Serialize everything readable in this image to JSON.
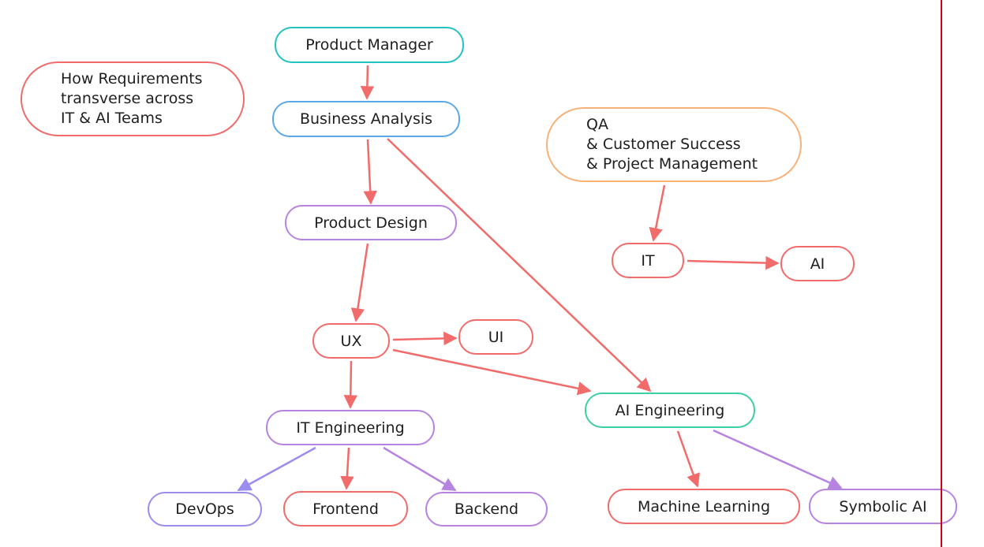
{
  "diagram": {
    "title_note": "How Requirements\ntransverse across\nIT & AI Teams",
    "colors": {
      "red": "#f26b6b",
      "cyan": "#22c1c3",
      "blue": "#5aa9e6",
      "purple": "#b783e0",
      "orange": "#f7b27a",
      "teal": "#3ccfa4",
      "violet": "#9b8cf0",
      "rule": "#d0021b"
    },
    "nodes": [
      {
        "id": "note",
        "label": "How Requirements\ntransverse across\nIT & AI Teams",
        "color": "red"
      },
      {
        "id": "product_manager",
        "label": "Product Manager",
        "color": "cyan"
      },
      {
        "id": "business_analysis",
        "label": "Business Analysis",
        "color": "blue"
      },
      {
        "id": "product_design",
        "label": "Product Design",
        "color": "purple"
      },
      {
        "id": "qa",
        "label": "QA\n& Customer Success\n& Project Management",
        "color": "orange"
      },
      {
        "id": "it",
        "label": "IT",
        "color": "red"
      },
      {
        "id": "ai",
        "label": "AI",
        "color": "red"
      },
      {
        "id": "ux",
        "label": "UX",
        "color": "red"
      },
      {
        "id": "ui",
        "label": "UI",
        "color": "red"
      },
      {
        "id": "ai_engineering",
        "label": "AI Engineering",
        "color": "teal"
      },
      {
        "id": "it_engineering",
        "label": "IT Engineering",
        "color": "purple"
      },
      {
        "id": "devops",
        "label": "DevOps",
        "color": "violet"
      },
      {
        "id": "frontend",
        "label": "Frontend",
        "color": "red"
      },
      {
        "id": "backend",
        "label": "Backend",
        "color": "purple"
      },
      {
        "id": "machine_learning",
        "label": "Machine Learning",
        "color": "red"
      },
      {
        "id": "symbolic_ai",
        "label": "Symbolic AI",
        "color": "purple"
      }
    ],
    "edges": [
      {
        "from": "product_manager",
        "to": "business_analysis",
        "color": "red"
      },
      {
        "from": "business_analysis",
        "to": "product_design",
        "color": "red"
      },
      {
        "from": "business_analysis",
        "to": "ai_engineering",
        "color": "red"
      },
      {
        "from": "product_design",
        "to": "ux",
        "color": "red"
      },
      {
        "from": "ux",
        "to": "ui",
        "color": "red"
      },
      {
        "from": "ux",
        "to": "ai_engineering",
        "color": "red"
      },
      {
        "from": "ux",
        "to": "it_engineering",
        "color": "red"
      },
      {
        "from": "it_engineering",
        "to": "devops",
        "color": "violet"
      },
      {
        "from": "it_engineering",
        "to": "frontend",
        "color": "red"
      },
      {
        "from": "it_engineering",
        "to": "backend",
        "color": "purple"
      },
      {
        "from": "ai_engineering",
        "to": "machine_learning",
        "color": "red"
      },
      {
        "from": "ai_engineering",
        "to": "symbolic_ai",
        "color": "purple"
      },
      {
        "from": "qa",
        "to": "it",
        "color": "red"
      },
      {
        "from": "it",
        "to": "ai",
        "color": "red"
      }
    ]
  }
}
